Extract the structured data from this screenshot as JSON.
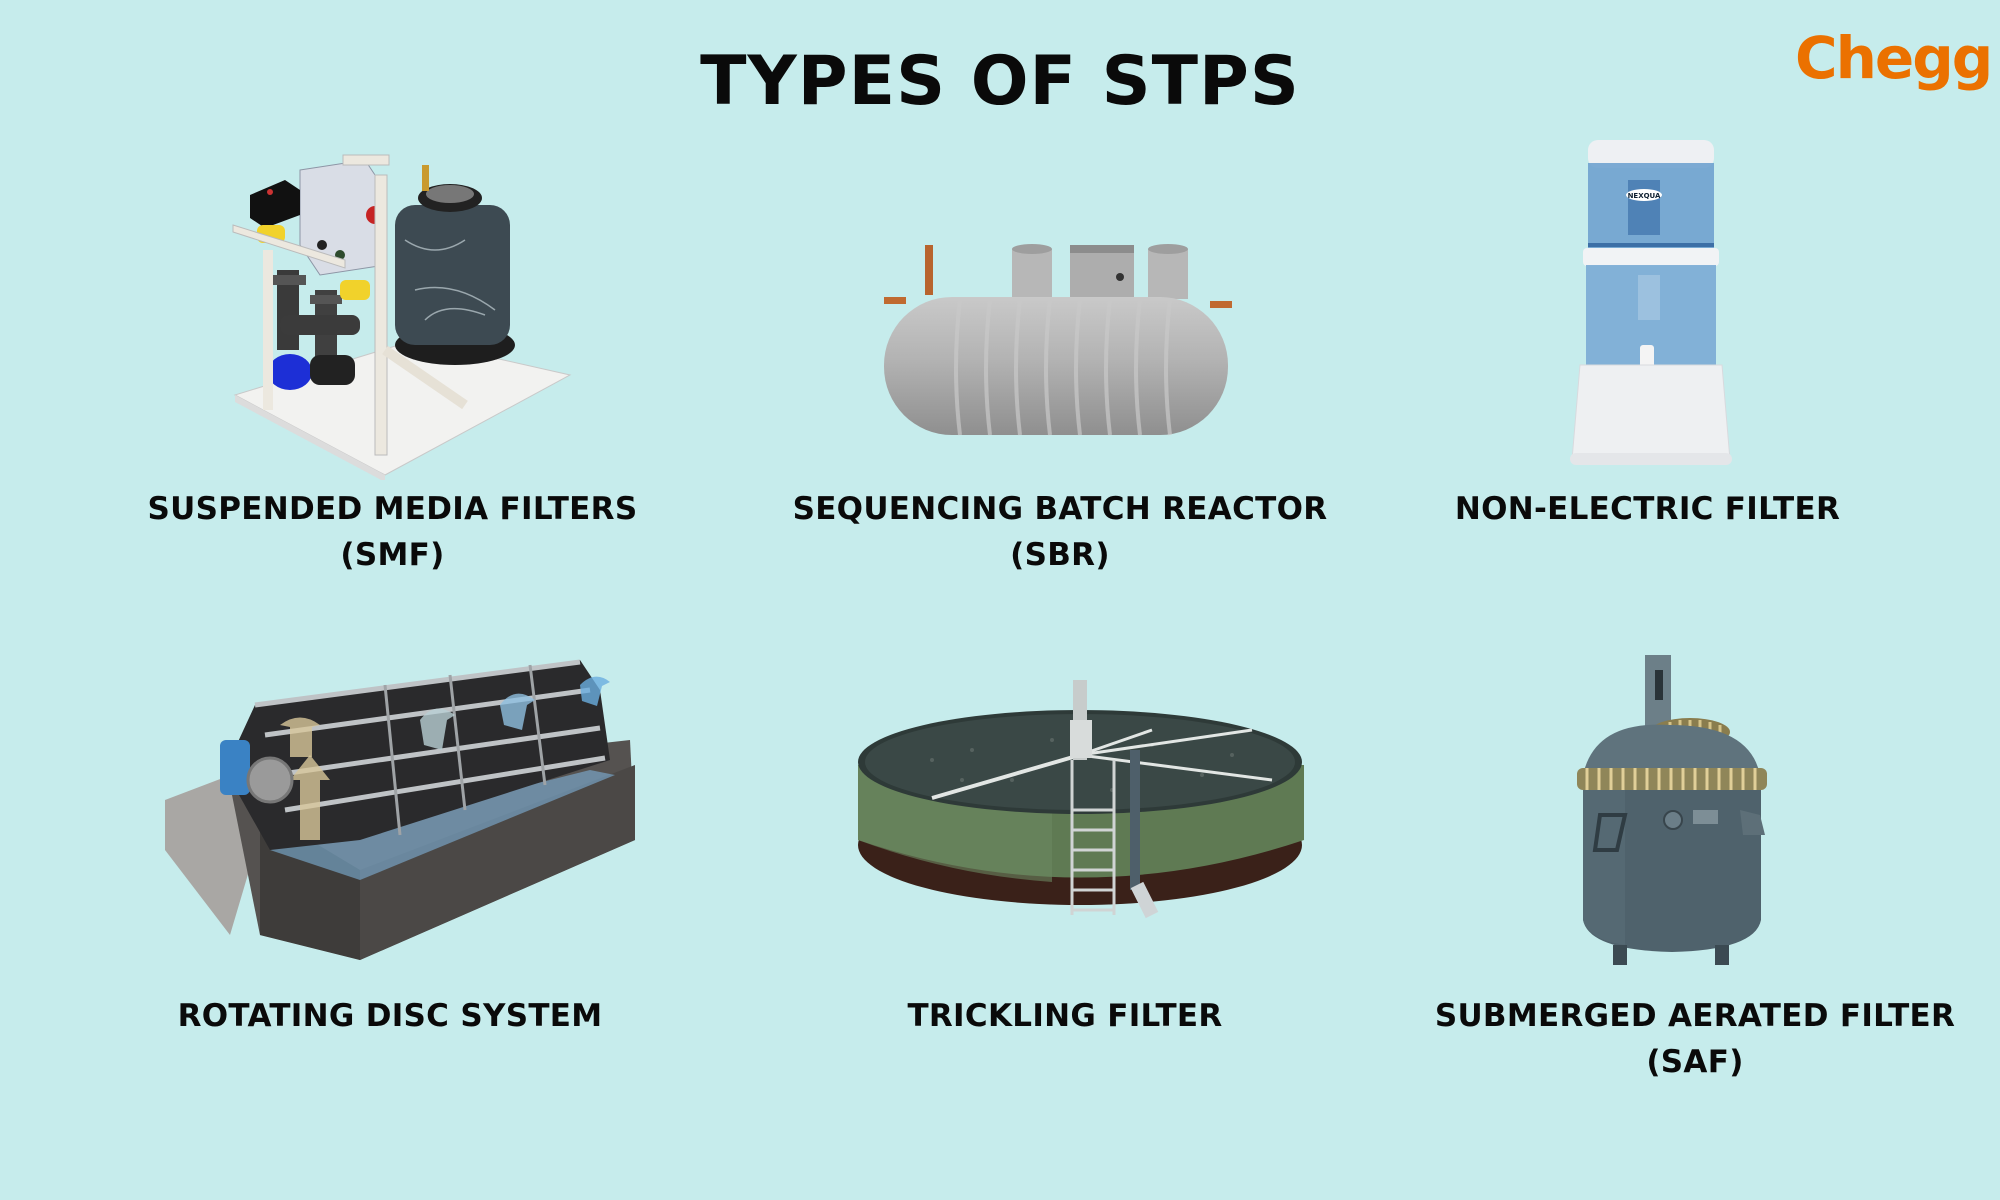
{
  "page": {
    "title": "TYPES OF STPS",
    "background_color": "#c6ecec",
    "logo": {
      "text": "Chegg",
      "color": "#eb7100"
    }
  },
  "items": [
    {
      "name": "suspended-media-filters",
      "label_line1": "SUSPENDED MEDIA FILTERS",
      "label_line2": "(SMF)",
      "image": "suspended-media-filter-unit"
    },
    {
      "name": "sequencing-batch-reactor",
      "label_line1": "SEQUENCING BATCH REACTOR",
      "label_line2": "(SBR)",
      "image": "horizontal-tank"
    },
    {
      "name": "non-electric-filter",
      "label_line1": "NON-ELECTRIC FILTER",
      "label_line2": "",
      "image": "water-purifier",
      "image_brand_text": "NEXQUA"
    },
    {
      "name": "rotating-disc-system",
      "label_line1": "ROTATING DISC SYSTEM",
      "label_line2": "",
      "image": "rotating-biological-contactor"
    },
    {
      "name": "trickling-filter",
      "label_line1": "TRICKLING FILTER",
      "label_line2": "",
      "image": "circular-trickling-filter"
    },
    {
      "name": "submerged-aerated-filter",
      "label_line1": "SUBMERGED AERATED FILTER",
      "label_line2": "(SAF)",
      "image": "reactor-vessel"
    }
  ]
}
